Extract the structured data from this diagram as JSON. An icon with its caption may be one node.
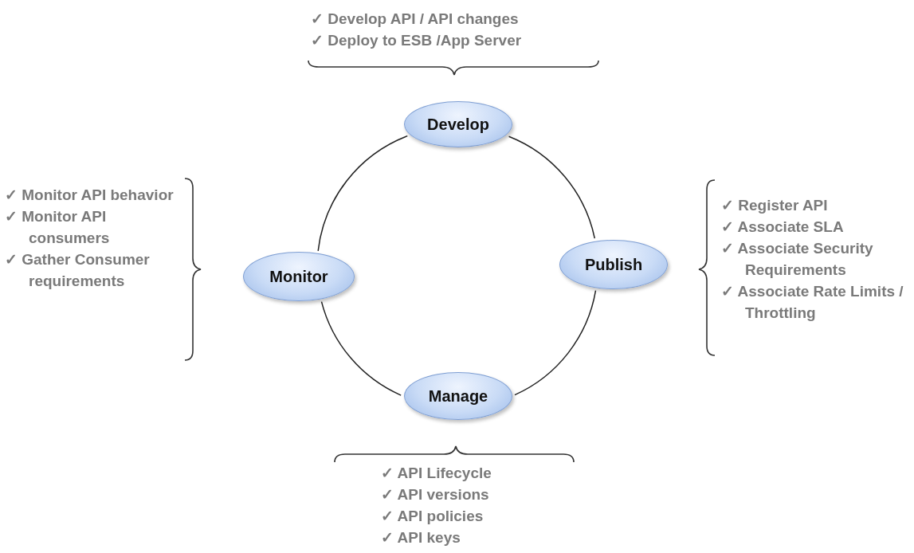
{
  "diagram": {
    "nodes": [
      {
        "text": [
          "Develop"
        ]
      },
      {
        "text": [
          "Publish"
        ]
      },
      {
        "text": [
          "Manage"
        ]
      },
      {
        "text": [
          "Monitor"
        ]
      }
    ],
    "edges": [
      {
        "from": 0,
        "to": 1,
        "arrow": "none"
      },
      {
        "from": 1,
        "to": 2,
        "arrow": "none"
      },
      {
        "from": 2,
        "to": 3,
        "arrow": "none"
      },
      {
        "from": 3,
        "to": 0,
        "arrow": "none"
      }
    ],
    "labels": [
      "✓ Develop API / API changes",
      "✓ Deploy to ESB /App Server",
      "✓ Monitor API behavior",
      "✓ Monitor API consumers",
      "✓ Gather Consumer requirements",
      "✓ Register API",
      "✓ Associate SLA",
      "✓ Associate Security Requirements",
      "✓ Associate Rate Limits / Throttling",
      "✓ API Lifecycle",
      "✓ API versions",
      "✓ API policies",
      "✓ API keys"
    ]
  }
}
